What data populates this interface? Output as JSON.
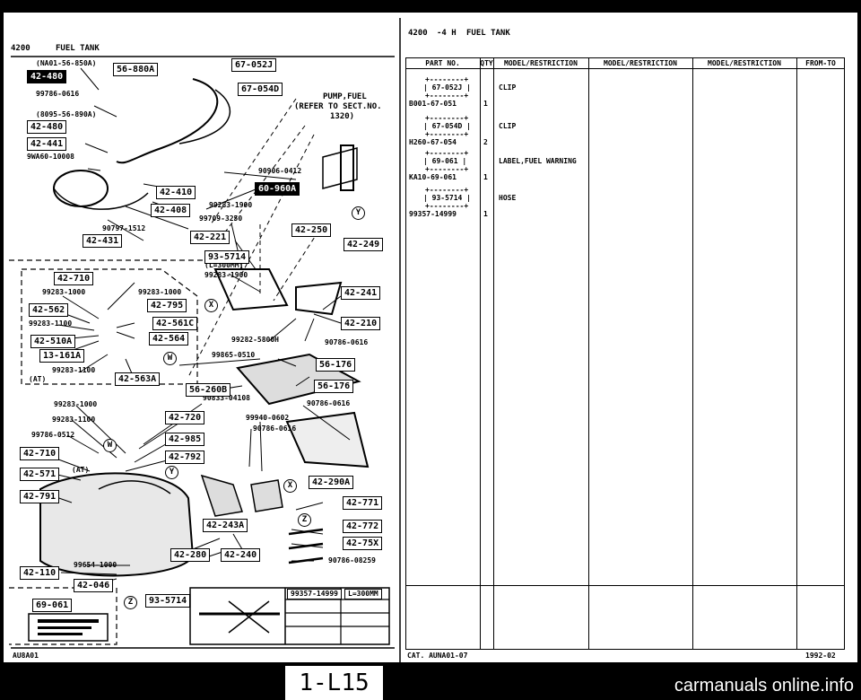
{
  "left_header": {
    "section": "4200",
    "title": "FUEL TANK"
  },
  "right_header": {
    "section": "4200",
    "suffix": "-4 H",
    "title": "FUEL TANK"
  },
  "diagram": {
    "notes": [
      {
        "id": "n1",
        "text": "(NA01-56-850A)"
      },
      {
        "id": "n2",
        "text": "99786-0616"
      },
      {
        "id": "n3",
        "text": "(8095-56-890A)"
      },
      {
        "id": "n4",
        "text": "9WA60-10008"
      },
      {
        "id": "n5",
        "text": "PUMP,FUEL"
      },
      {
        "id": "n6",
        "text": "(REFER TO SECT.NO."
      },
      {
        "id": "n7",
        "text": "1320)"
      },
      {
        "id": "n8",
        "text": "90906-0412"
      },
      {
        "id": "n9",
        "text": "99283-1900"
      },
      {
        "id": "n10",
        "text": "99709-3250"
      },
      {
        "id": "n11",
        "text": "90797-1512"
      },
      {
        "id": "n12",
        "text": "(L=300MM)"
      },
      {
        "id": "n13",
        "text": "99283-1900"
      },
      {
        "id": "n14",
        "text": "99283-1000"
      },
      {
        "id": "n15",
        "text": "99283-1000"
      },
      {
        "id": "n16",
        "text": "99283-1100"
      },
      {
        "id": "n17",
        "text": "99283-1100"
      },
      {
        "id": "n18",
        "text": "(AT)"
      },
      {
        "id": "n19",
        "text": "99282-5800H"
      },
      {
        "id": "n20",
        "text": "90786-0616"
      },
      {
        "id": "n21",
        "text": "99865-0510"
      },
      {
        "id": "n22",
        "text": "90833-04108"
      },
      {
        "id": "n23",
        "text": "99283-1000"
      },
      {
        "id": "n24",
        "text": "99283-1100"
      },
      {
        "id": "n25",
        "text": "99786-0512"
      },
      {
        "id": "n26",
        "text": "(AT)"
      },
      {
        "id": "n27",
        "text": "90786-0616"
      },
      {
        "id": "n28",
        "text": "99940-0602"
      },
      {
        "id": "n29",
        "text": "90786-0616"
      },
      {
        "id": "n30",
        "text": "99654-1000"
      },
      {
        "id": "n31",
        "text": "90786-08259"
      }
    ],
    "boxes": [
      {
        "id": "b1",
        "text": "42-480"
      },
      {
        "id": "b2",
        "text": "56-880A"
      },
      {
        "id": "b3",
        "text": "67-052J"
      },
      {
        "id": "b4",
        "text": "67-054D"
      },
      {
        "id": "b5",
        "text": "42-480"
      },
      {
        "id": "b6",
        "text": "42-441"
      },
      {
        "id": "b7",
        "text": "42-410"
      },
      {
        "id": "b8",
        "text": "42-408"
      },
      {
        "id": "b9",
        "text": "42-431"
      },
      {
        "id": "b10",
        "text": "60-960A"
      },
      {
        "id": "b11",
        "text": "42-221"
      },
      {
        "id": "b12",
        "text": "93-5714"
      },
      {
        "id": "b13",
        "text": "42-250"
      },
      {
        "id": "b14",
        "text": "42-249"
      },
      {
        "id": "b15",
        "text": "42-710"
      },
      {
        "id": "b16",
        "text": "42-795"
      },
      {
        "id": "b17",
        "text": "42-562"
      },
      {
        "id": "b18",
        "text": "42-561C"
      },
      {
        "id": "b19",
        "text": "42-510A"
      },
      {
        "id": "b20",
        "text": "42-564"
      },
      {
        "id": "b21",
        "text": "13-161A"
      },
      {
        "id": "b22",
        "text": "42-563A"
      },
      {
        "id": "b23",
        "text": "42-241"
      },
      {
        "id": "b24",
        "text": "42-210"
      },
      {
        "id": "b25",
        "text": "56-176"
      },
      {
        "id": "b26",
        "text": "56-176"
      },
      {
        "id": "b27",
        "text": "56-260B"
      },
      {
        "id": "b28",
        "text": "42-720"
      },
      {
        "id": "b29",
        "text": "42-985"
      },
      {
        "id": "b30",
        "text": "42-792"
      },
      {
        "id": "b31",
        "text": "42-710"
      },
      {
        "id": "b32",
        "text": "42-571"
      },
      {
        "id": "b33",
        "text": "42-791"
      },
      {
        "id": "b34",
        "text": "42-290A"
      },
      {
        "id": "b35",
        "text": "42-771"
      },
      {
        "id": "b36",
        "text": "42-772"
      },
      {
        "id": "b37",
        "text": "42-75X"
      },
      {
        "id": "b38",
        "text": "42-243A"
      },
      {
        "id": "b39",
        "text": "42-280"
      },
      {
        "id": "b40",
        "text": "42-240"
      },
      {
        "id": "b41",
        "text": "42-110"
      },
      {
        "id": "b42",
        "text": "42-046"
      },
      {
        "id": "b43",
        "text": "69-061"
      },
      {
        "id": "b44",
        "text": "93-5714"
      },
      {
        "id": "b45",
        "text": "99357-14999"
      },
      {
        "id": "b46",
        "text": "L=300MM"
      }
    ],
    "callouts": [
      "Y",
      "X",
      "W",
      "Y",
      "X",
      "Z",
      "W",
      "Z"
    ]
  },
  "table": {
    "headers": [
      "PART NO.",
      "QTY",
      "MODEL/RESTRICTION",
      "MODEL/RESTRICTION",
      "MODEL/RESTRICTION",
      "FROM-TO"
    ],
    "rows": [
      {
        "ref": "67-052J",
        "part_no": "B001-67-051",
        "qty": "1",
        "desc": "CLIP"
      },
      {
        "ref": "67-054D",
        "part_no": "H260-67-054",
        "qty": "2",
        "desc": "CLIP"
      },
      {
        "ref": "69-061",
        "part_no": "KA10-69-061",
        "qty": "1",
        "desc": "LABEL,FUEL WARNING"
      },
      {
        "ref": "93-5714",
        "part_no": "99357-14999",
        "qty": "1",
        "desc": "HOSE"
      }
    ]
  },
  "footer": {
    "left_code": "AU8A01",
    "catalog": "CAT. AUNA01-07",
    "date": "1992-02",
    "page": "1-L15"
  },
  "watermark": "carmanuals online.info"
}
